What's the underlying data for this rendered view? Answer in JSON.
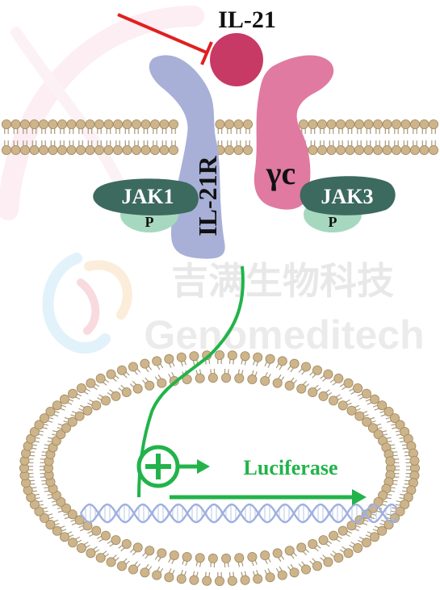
{
  "labels": {
    "ligand": "IL-21",
    "receptor": "IL-21R",
    "gamma_chain": "γc",
    "kinase_left": "JAK1",
    "kinase_right": "JAK3",
    "phospho_left": "P",
    "phospho_right": "P",
    "reporter": "Luciferase"
  },
  "watermark": {
    "chinese": "吉满生物科技",
    "latin": "Genomeditech"
  },
  "icons": {
    "inhibition": "inhibition-bar-icon",
    "activation": "plus-circle-icon",
    "promoter_arrow": "arrow-right-icon",
    "transcription_arrow": "arrow-right-icon"
  },
  "colors": {
    "receptor": "#a8b0d8",
    "gamma_chain": "#e07aa0",
    "ligand": "#c73a66",
    "jak": "#3c6a5e",
    "phospho": "#a6d8c0",
    "signal": "#22b34a",
    "inhibition": "#e02020",
    "lipid_head": "#cdb48a",
    "lipid_tail": "#a89a7c",
    "dna": "#9fb0e0"
  }
}
